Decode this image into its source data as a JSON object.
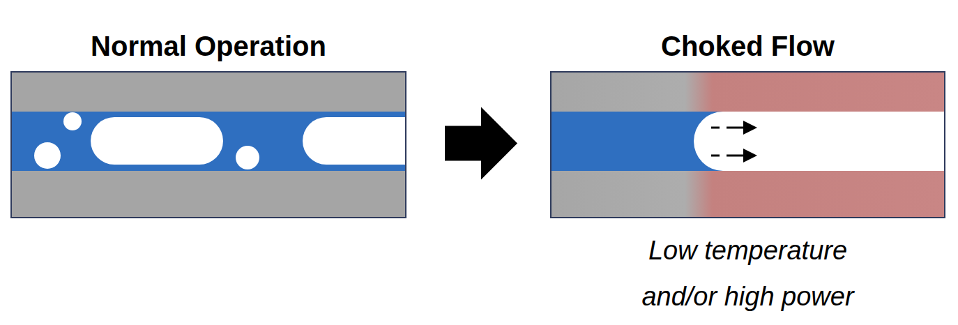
{
  "diagram": {
    "nodes": [
      {
        "text": [
          "Normal Operation"
        ]
      },
      {
        "text": [
          "Choked Flow",
          "Low temperature and/or high power"
        ]
      }
    ],
    "edges": [
      {
        "from": 0,
        "to": 1,
        "arrow": "to"
      }
    ]
  }
}
